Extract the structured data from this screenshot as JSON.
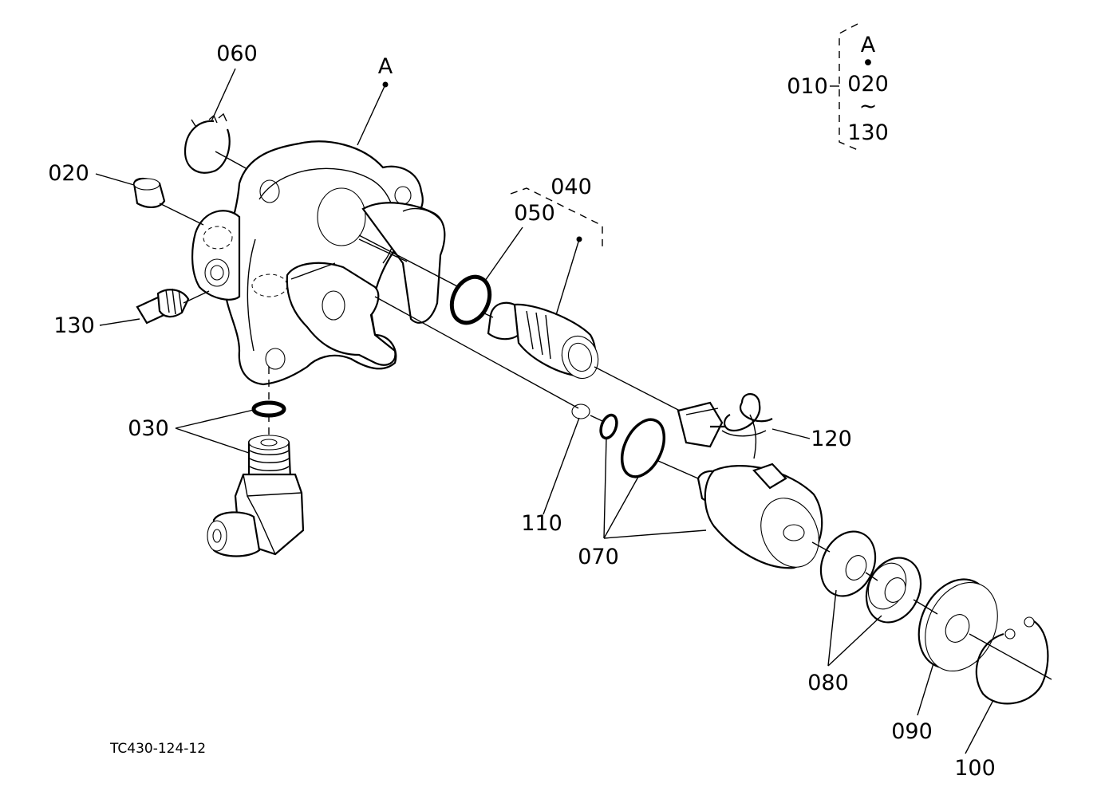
{
  "diagram": {
    "figure_code": "TC430-124-12",
    "assembly_legend": {
      "assembly_number": "010",
      "top_ref": "A",
      "dot": "•",
      "range_start": "020",
      "tilde": "~",
      "range_end": "130"
    },
    "callouts": {
      "ref_a": "A",
      "p020": "020",
      "p030": "030",
      "p040": "040",
      "p050": "050",
      "p060": "060",
      "p070": "070",
      "p080": "080",
      "p090": "090",
      "p100": "100",
      "p110": "110",
      "p120": "120",
      "p130": "130"
    }
  }
}
